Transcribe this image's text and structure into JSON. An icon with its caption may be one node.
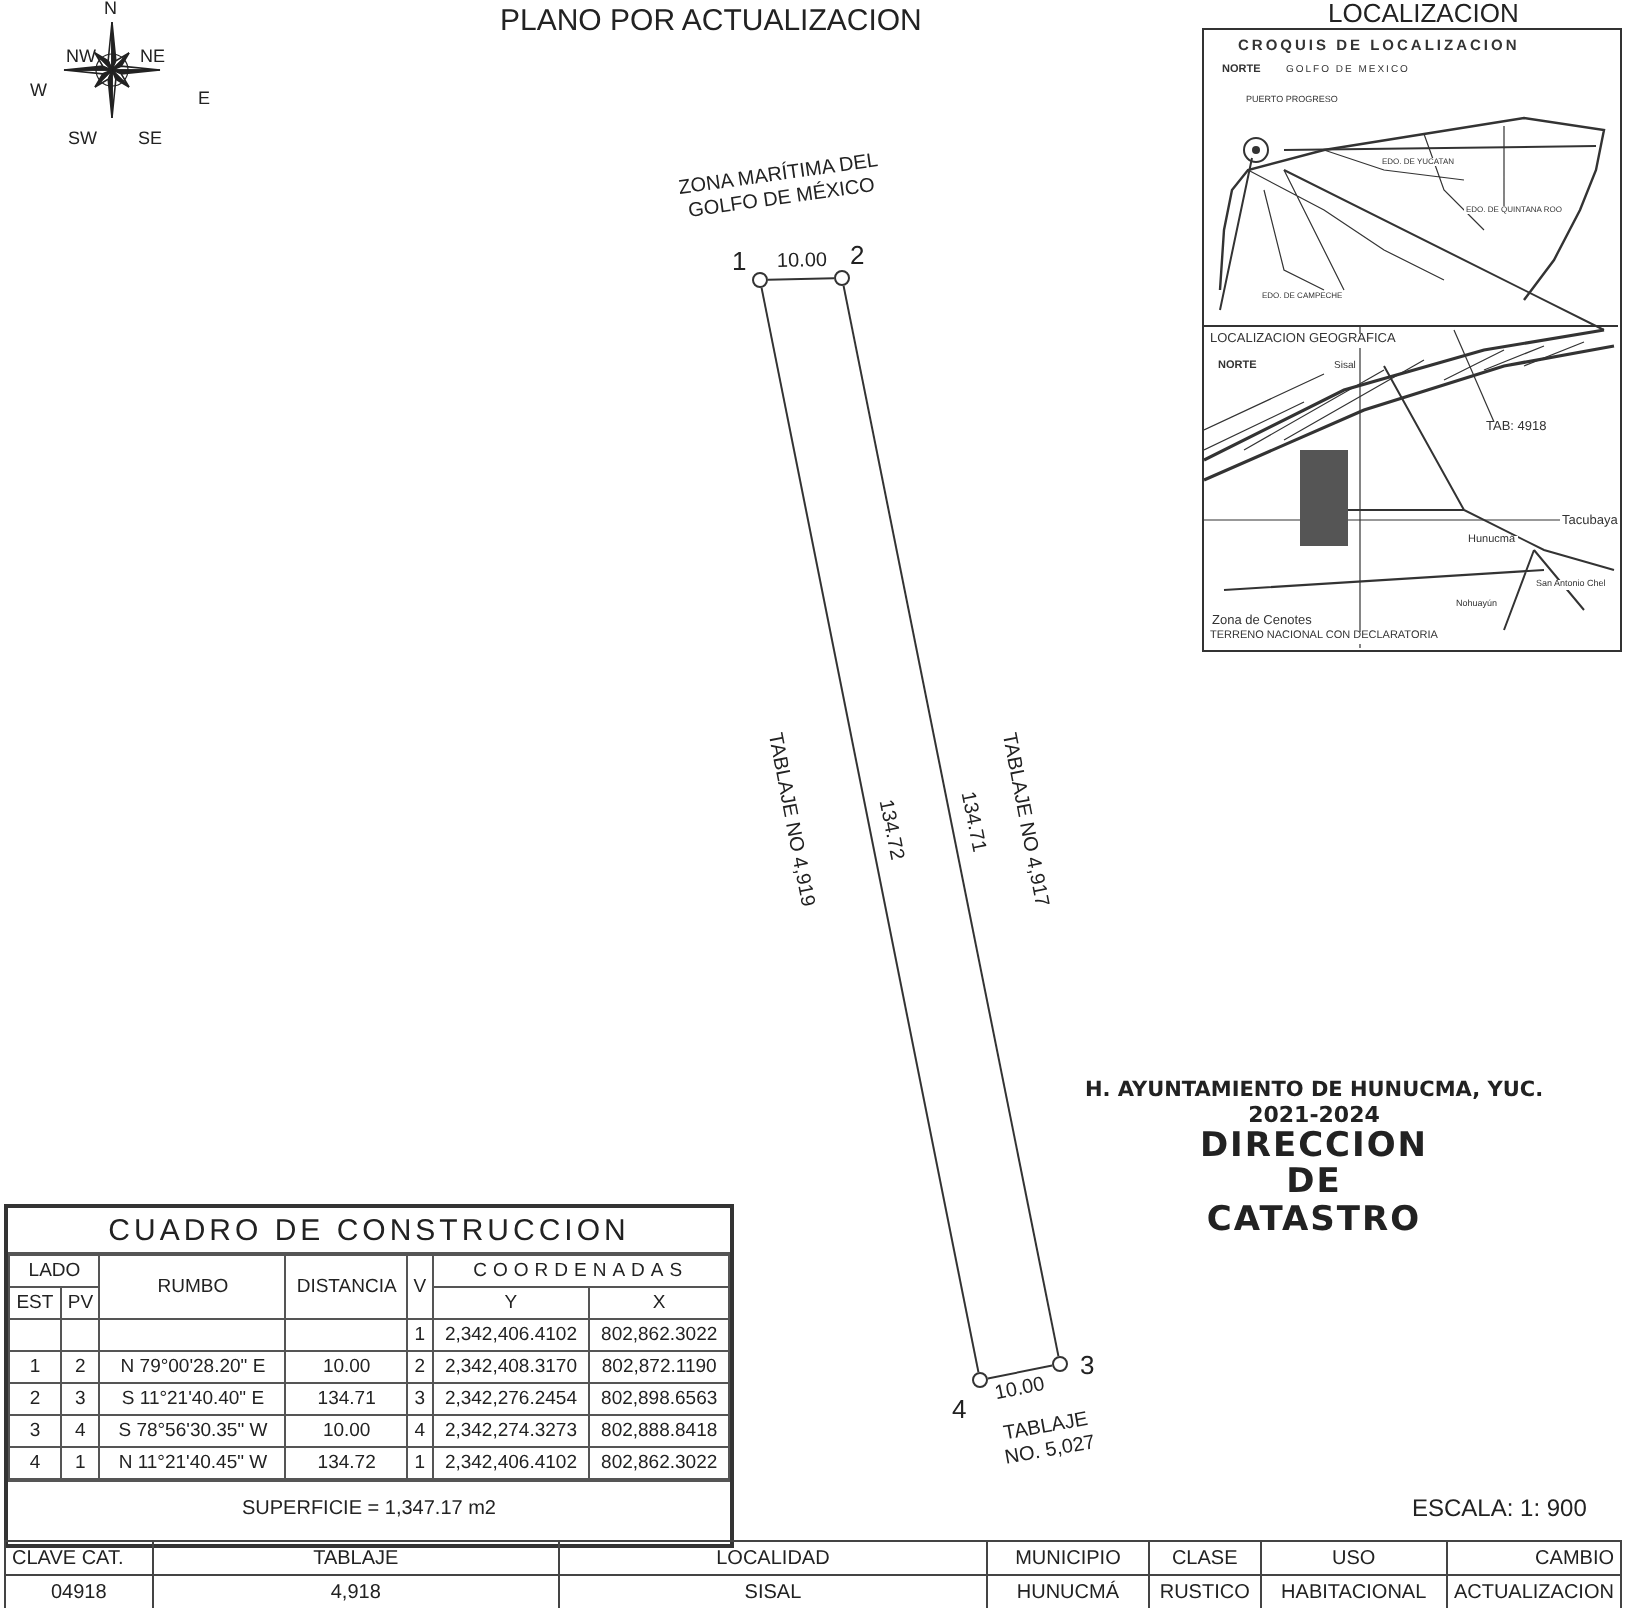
{
  "diagram": {
    "title": "PLANO POR ACTUALIZACION",
    "nodes": [
      {
        "text": [],
        "shape": "circle",
        "beside": [
          "1"
        ]
      },
      {
        "text": [],
        "shape": "circle",
        "beside": [
          "2"
        ]
      },
      {
        "text": [],
        "shape": "circle",
        "beside": [
          "3"
        ]
      },
      {
        "text": [],
        "shape": "circle",
        "beside": [
          "4"
        ]
      }
    ],
    "edges": [
      {
        "from": 0,
        "to": 1,
        "arrow": "none",
        "label": "10.00"
      },
      {
        "from": 1,
        "to": 2,
        "arrow": "none",
        "label": "134.71"
      },
      {
        "from": 2,
        "to": 3,
        "arrow": "none",
        "label": "10.00"
      },
      {
        "from": 3,
        "to": 0,
        "arrow": "none",
        "label": "134.72"
      }
    ],
    "labels": [
      "N",
      "NW",
      "NE",
      "W",
      "E",
      "SW",
      "SE",
      "LOCALIZACION",
      "CROQUIS DE LOCALIZACION",
      "NORTE",
      "GOLFO DE MEXICO",
      "PUERTO PROGRESO",
      "EDO. DE YUCATAN",
      "EDO. DE QUINTANA ROO",
      "EDO. DE CAMPECHE",
      "LOCALIZACION GEOGRAFICA",
      "NORTE",
      "Sisal",
      "TAB: 4918",
      "Tacubaya",
      "Hunucmá",
      "Zona de Cenotes",
      "San Antonio Chel",
      "Nohuayún",
      "TERRENO NACIONAL CON DECLARATORIA",
      "ZONA MARÍTIMA DEL GOLFO DE MÉXICO",
      "TABLAJE NO 4,919",
      "TABLAJE NO 4,917",
      "TABLAJE NO. 5,027",
      "H. AYUNTAMIENTO DE HUNUCMA, YUC.",
      "2021-2024",
      "DIRECCION DE CATASTRO",
      "ESCALA: 1: 900",
      "CUADRO DE CONSTRUCCION",
      "LADO",
      "RUMBO",
      "DISTANCIA",
      "V",
      "COORDENADAS",
      "EST",
      "PV",
      "Y",
      "X",
      "1",
      "2,342,406.4102",
      "802,862.3022",
      "1",
      "2",
      "N 79°00'28.20\" E",
      "10.00",
      "2",
      "2,342,408.3170",
      "802,872.1190",
      "2",
      "3",
      "S 11°21'40.40\" E",
      "134.71",
      "3",
      "2,342,276.2454",
      "802,898.6563",
      "3",
      "4",
      "S 78°56'30.35\" W",
      "10.00",
      "4",
      "2,342,274.3273",
      "802,888.8418",
      "4",
      "1",
      "N 11°21'40.45\" W",
      "134.72",
      "1",
      "2,342,406.4102",
      "802,862.3022",
      "SUPERFICIE = 1,347.17 m2",
      "CLAVE CAT.",
      "TABLAJE",
      "LOCALIDAD",
      "MUNICIPIO",
      "CLASE",
      "USO",
      "CAMBIO",
      "04918",
      "4,918",
      "SISAL",
      "HUNUCMÁ",
      "RUSTICO",
      "HABITACIONAL",
      "ACTUALIZACION"
    ]
  }
}
